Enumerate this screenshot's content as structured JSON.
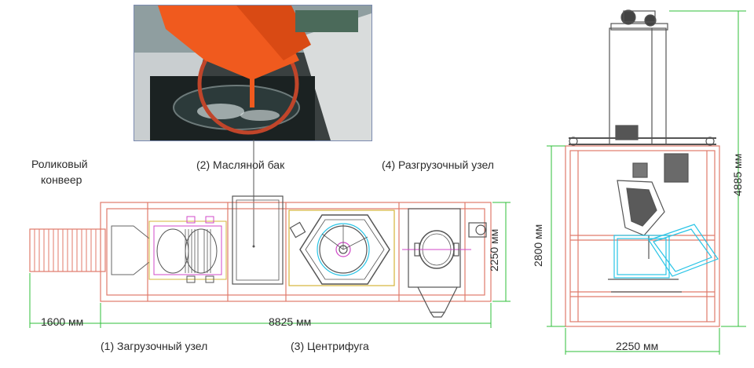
{
  "labels": {
    "roller_conveyor": [
      "Роликовый",
      "конвеер"
    ],
    "oil_tank": "(2) Масляной бак",
    "unloading_unit": "(4) Разгрузочный узел",
    "loading_unit": "(1) Загрузочный узел",
    "centrifuge": "(3) Центрифуга"
  },
  "dimensions": {
    "conveyor_length": "1600 мм",
    "total_length": "8825 мм",
    "plan_width": "2250 мм",
    "side_height": "2800 мм",
    "total_height": "4885 мм",
    "side_width": "2250 мм"
  },
  "colors": {
    "frame": "#e07a6a",
    "dimension": "#2fbf3a",
    "machine": "#555555",
    "accent_magenta": "#d048c8",
    "accent_cyan": "#29c4e6",
    "accent_yellow": "#d6b53a",
    "photo_orange": "#f05a1e"
  }
}
